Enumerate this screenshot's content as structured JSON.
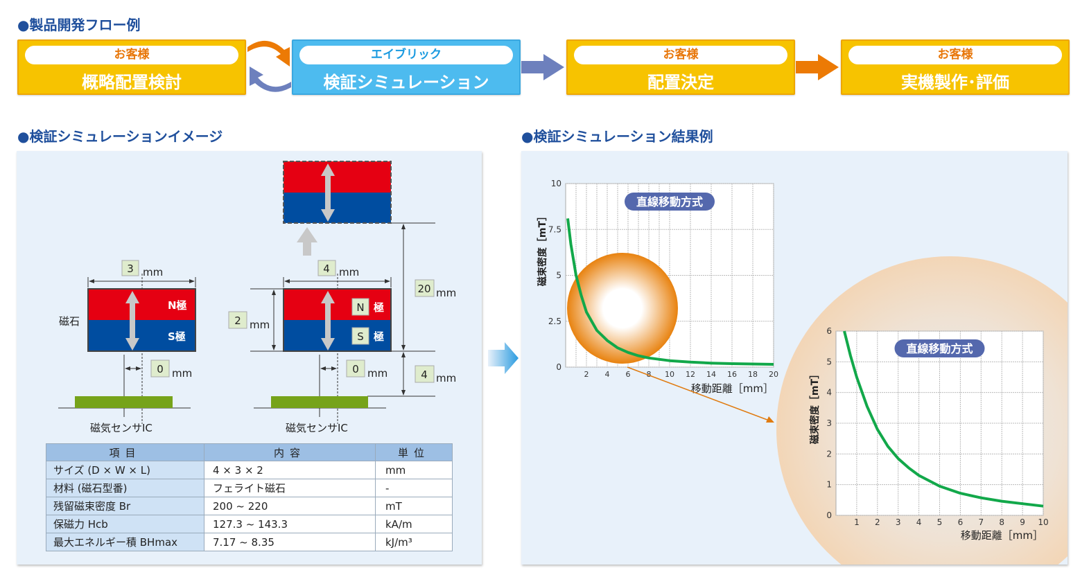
{
  "flow": {
    "title": "●製品開発フロー例",
    "steps": [
      {
        "actor": "お客様",
        "task": "概略配置検討"
      },
      {
        "actor": "エイブリック",
        "task": "検証シミュレーション"
      },
      {
        "actor": "お客様",
        "task": "配置決定"
      },
      {
        "actor": "お客様",
        "task": "実機製作･評価"
      }
    ]
  },
  "image_section": {
    "title": "●検証シミュレーションイメージ",
    "magnet_label": "磁石",
    "n_pole": "N極",
    "s_pole": "S極",
    "n": "N",
    "s": "S",
    "pole": "極",
    "sensor_label": "磁気センサIC",
    "unit": "mm",
    "dims": {
      "width1": "3",
      "offset1": "0",
      "width2": "4",
      "height2": "2",
      "offset2": "0",
      "travel": "20",
      "gap": "4"
    }
  },
  "table": {
    "headers": [
      "項目",
      "内容",
      "単位"
    ],
    "rows": [
      [
        "サイズ (D × W × L)",
        "4 × 3 × 2",
        "mm"
      ],
      [
        "材料 (磁石型番)",
        "フェライト磁石",
        "-"
      ],
      [
        "残留磁束密度 Br",
        "200 ~ 220",
        "mT"
      ],
      [
        "保磁力 Hcb",
        "127.3 ~ 143.3",
        "kA/m"
      ],
      [
        "最大エネルギー積 BHmax",
        "7.17 ~ 8.35",
        "kJ/m³"
      ]
    ]
  },
  "result_section": {
    "title": "●検証シミュレーション結果例"
  },
  "chart_data": [
    {
      "type": "line",
      "title": "直線移動方式",
      "xlabel": "移動距離［mm］",
      "ylabel": "磁束密度［mT］",
      "xlim": [
        0,
        20
      ],
      "ylim": [
        0,
        10
      ],
      "xticks": [
        "2",
        "4",
        "6",
        "8",
        "10",
        "12",
        "14",
        "16",
        "18",
        "20"
      ],
      "yticks": [
        "0",
        "2.5",
        "5",
        "7.5",
        "10"
      ],
      "grid": true,
      "x": [
        0.2,
        0.5,
        1,
        1.5,
        2,
        3,
        4,
        5,
        6,
        7,
        8,
        10,
        12,
        14,
        16,
        18,
        20
      ],
      "y": [
        8.1,
        6.7,
        5.0,
        3.9,
        3.0,
        2.0,
        1.45,
        1.05,
        0.8,
        0.62,
        0.5,
        0.35,
        0.27,
        0.22,
        0.19,
        0.17,
        0.15
      ],
      "color": "#12a84a"
    },
    {
      "type": "line",
      "title": "直線移動方式",
      "xlabel": "移動距離［mm］",
      "ylabel": "磁束密度［mT］",
      "xlim": [
        0,
        10
      ],
      "ylim": [
        0,
        6
      ],
      "xticks": [
        "1",
        "2",
        "3",
        "4",
        "5",
        "6",
        "7",
        "8",
        "9",
        "10"
      ],
      "yticks": [
        "0",
        "1",
        "2",
        "3",
        "4",
        "5",
        "6"
      ],
      "grid": true,
      "x": [
        0.4,
        0.7,
        1,
        1.5,
        2,
        2.5,
        3,
        3.5,
        4,
        5,
        6,
        7,
        8,
        9,
        10
      ],
      "y": [
        6.0,
        5.2,
        4.5,
        3.55,
        2.8,
        2.25,
        1.85,
        1.55,
        1.3,
        0.95,
        0.72,
        0.57,
        0.46,
        0.38,
        0.3
      ],
      "color": "#12a84a"
    }
  ]
}
